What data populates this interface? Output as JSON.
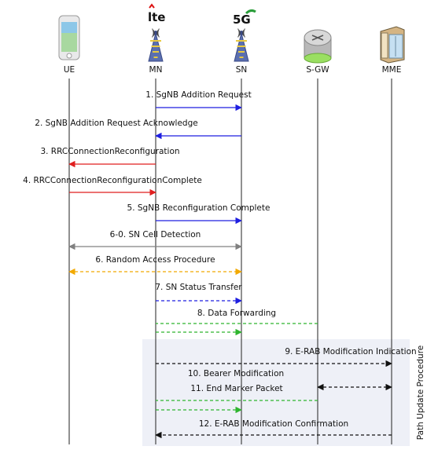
{
  "entities": [
    {
      "key": "ue",
      "label": "UE"
    },
    {
      "key": "mn",
      "label": "MN",
      "badge": "lte"
    },
    {
      "key": "sn",
      "label": "SN",
      "badge": "5G"
    },
    {
      "key": "sgw",
      "label": "S-GW"
    },
    {
      "key": "mme",
      "label": "MME"
    }
  ],
  "icons": {
    "ue": "smartphone-icon",
    "mn": "lte-tower-icon",
    "sn": "5g-tower-icon",
    "sgw": "router-icon",
    "mme": "server-icon"
  },
  "section": {
    "label": "Path Update Procedure",
    "bg": "#eef0f7"
  },
  "colors": {
    "blue": "#1f1fe0",
    "red": "#e01f1f",
    "green": "#2fb52f",
    "gray": "#808080",
    "orange": "#f2a900",
    "black": "#111111"
  },
  "messages": [
    {
      "label": "1. SgNB Addition Request",
      "from": "mn",
      "to": "sn",
      "style": "solid",
      "color": "blue"
    },
    {
      "label": "2. SgNB Addition Request Acknowledge",
      "from": "sn",
      "to": "mn",
      "style": "solid",
      "color": "blue"
    },
    {
      "label": "3. RRCConnectionReconfiguration",
      "from": "mn",
      "to": "ue",
      "style": "solid",
      "color": "red"
    },
    {
      "label": "4. RRCConnectionReconfigurationComplete",
      "from": "ue",
      "to": "mn",
      "style": "solid",
      "color": "red"
    },
    {
      "label": "5. SgNB Reconfiguration Complete",
      "from": "mn",
      "to": "sn",
      "style": "solid",
      "color": "blue"
    },
    {
      "label": "6-0. SN Cell Detection",
      "from": "ue",
      "to": "sn",
      "style": "solid",
      "color": "gray",
      "both": true
    },
    {
      "label": "6. Random Access Procedure",
      "from": "ue",
      "to": "sn",
      "style": "dashed",
      "color": "orange",
      "both": true
    },
    {
      "label": "7. SN Status Transfer",
      "from": "mn",
      "to": "sn",
      "style": "dashed",
      "color": "blue"
    },
    {
      "label": "8. Data Forwarding",
      "from": "sgw",
      "to": "mn",
      "style": "dashed",
      "color": "green",
      "noarrow": true
    },
    {
      "label": "",
      "from": "mn",
      "to": "sn",
      "style": "dashed",
      "color": "green"
    },
    {
      "label": "9. E-RAB Modification Indication",
      "from": "mn",
      "to": "mme",
      "style": "dashed",
      "color": "black"
    },
    {
      "label": "10. Bearer Modification",
      "from": "sgw",
      "to": "mme",
      "style": "dashed",
      "color": "black",
      "both": true
    },
    {
      "label": "11. End Marker Packet",
      "from": "sgw",
      "to": "mn",
      "style": "dashed",
      "color": "green",
      "noarrow": true
    },
    {
      "label": "",
      "from": "mn",
      "to": "sn",
      "style": "dashed",
      "color": "green"
    },
    {
      "label": "12. E-RAB Modification Confirmation",
      "from": "mme",
      "to": "mn",
      "style": "dashed",
      "color": "black"
    }
  ]
}
